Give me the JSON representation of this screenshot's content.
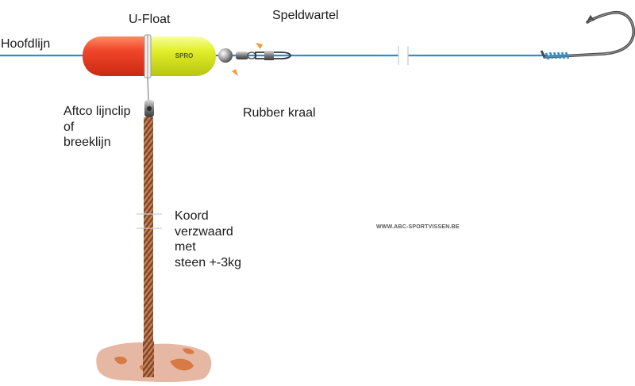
{
  "diagram": {
    "labels": {
      "main_line": "Hoofdlijn",
      "float": "U-Float",
      "swivel": "Speldwartel",
      "bead": "Rubber kraal",
      "clip": [
        "Aftco lijnclip",
        "of",
        "breeklijn"
      ],
      "cord": [
        "Koord",
        "verzwaard",
        "met",
        "steen +-3kg"
      ]
    },
    "float_brand": "SPRO",
    "watermark": "WWW.ABC-SPORTVISSEN.BE",
    "colors": {
      "line": "#2a8fd6",
      "float_red": "#f0462a",
      "float_yellow": "#e2ef2a",
      "cord": "#9a5a35",
      "arrow": "#f29a3a",
      "stone": "#e6b8a4",
      "stone_spots": "#d77a45"
    }
  }
}
